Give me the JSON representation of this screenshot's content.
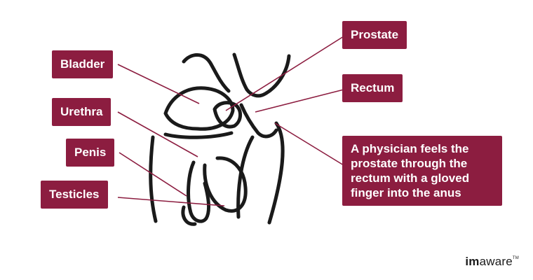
{
  "labels": {
    "bladder": "Bladder",
    "urethra": "Urethra",
    "penis": "Penis",
    "testicles": "Testicles",
    "prostate": "Prostate",
    "rectum": "Rectum",
    "note": "A physician feels the prostate through the rectum with a gloved finger into the anus"
  },
  "brand": {
    "bold": "im",
    "rest": "aware",
    "tm": "TM"
  },
  "colors": {
    "label_bg": "#8c1d40",
    "label_text": "#ffffff",
    "line": "#8c1d40",
    "outline": "#1a1a1a"
  }
}
